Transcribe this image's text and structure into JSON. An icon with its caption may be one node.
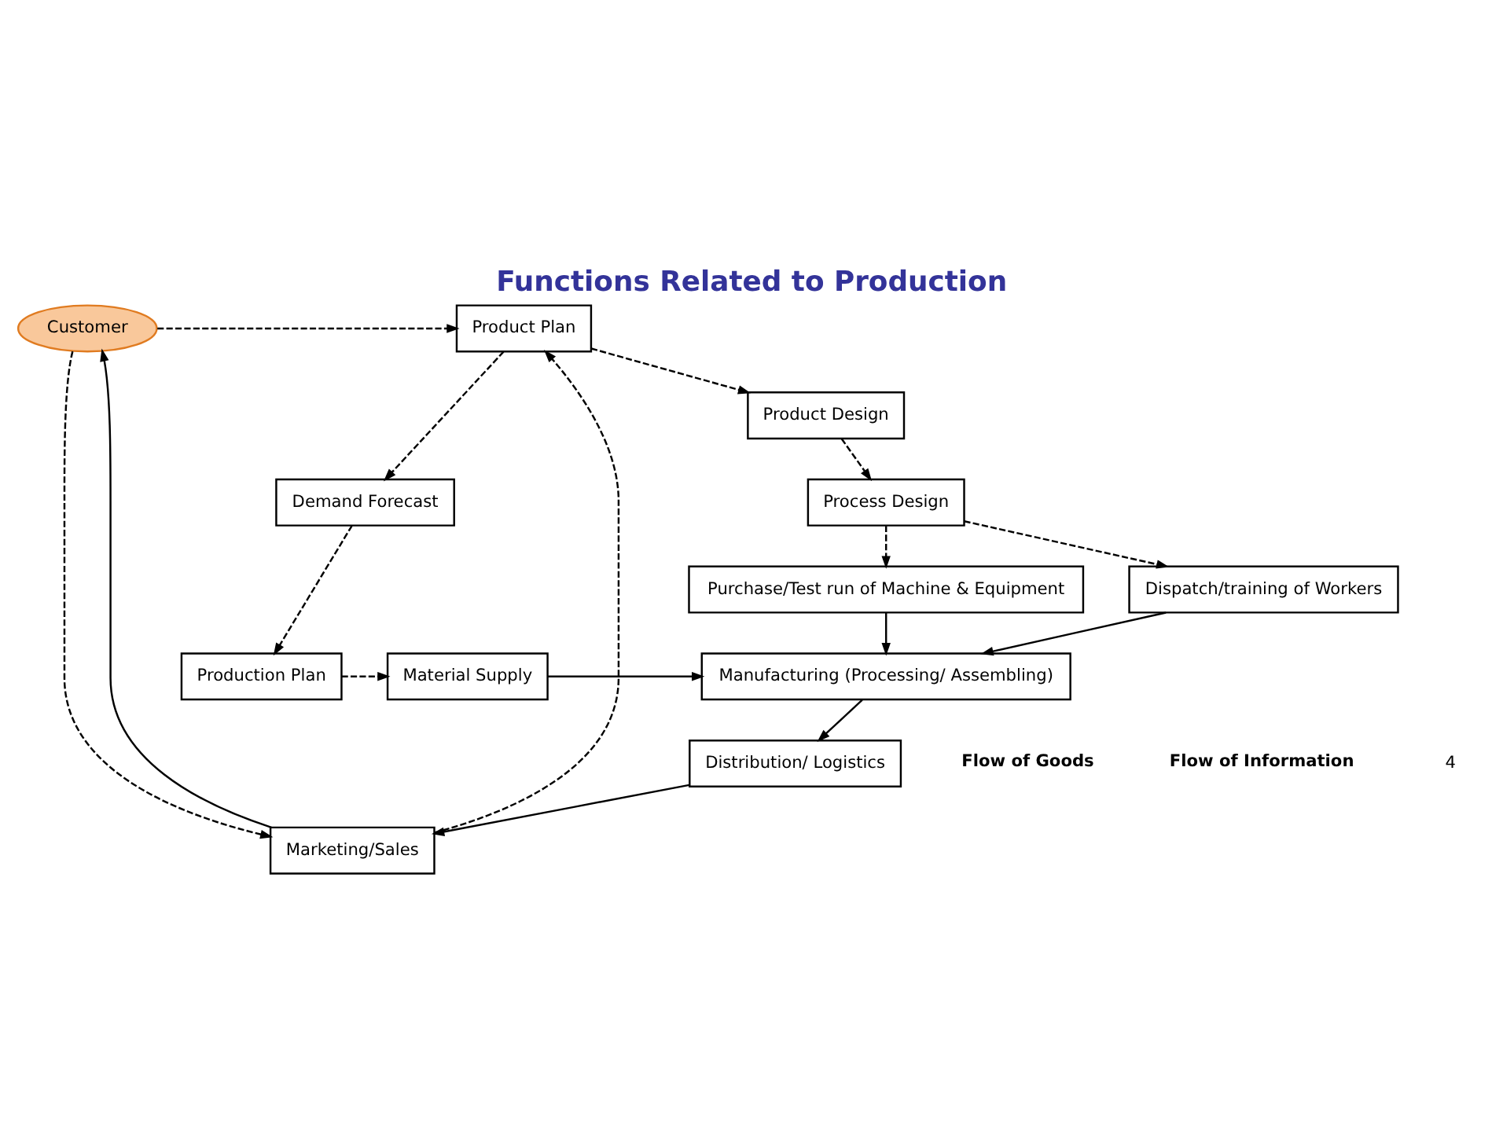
{
  "diagram": {
    "title": "Functions Related to Production",
    "nodes": [
      {
        "text": [
          "Product Plan"
        ]
      },
      {
        "text": [
          "Customer"
        ]
      },
      {
        "text": [
          "Product Design"
        ]
      },
      {
        "text": [
          "Process Design"
        ]
      },
      {
        "text": [
          "Marketing/Sales"
        ]
      },
      {
        "text": [
          "Dispatch/training of Workers"
        ]
      },
      {
        "text": [
          "Demand Forecast"
        ]
      },
      {
        "text": [
          "Purchase/Test run of Machine & Equipment"
        ]
      },
      {
        "text": [
          "Distribution/ Logistics"
        ]
      },
      {
        "text": [
          "Manufacturing (Processing/ Assembling)"
        ]
      },
      {
        "text": [
          "Production Plan"
        ]
      },
      {
        "text": [
          "Material Supply"
        ]
      }
    ],
    "edges": [
      {
        "from": 1,
        "to": 0,
        "arrow": "to",
        "style": "dashed"
      },
      {
        "from": 4,
        "to": 0,
        "arrow": "to",
        "style": "dashed"
      },
      {
        "from": 0,
        "to": 2,
        "arrow": "to",
        "style": "dashed"
      },
      {
        "from": 0,
        "to": 6,
        "arrow": "to",
        "style": "dashed"
      },
      {
        "from": 2,
        "to": 3,
        "arrow": "to",
        "style": "dashed"
      },
      {
        "from": 3,
        "to": 5,
        "arrow": "to",
        "style": "dashed"
      },
      {
        "from": 3,
        "to": 7,
        "arrow": "to",
        "style": "dashed"
      },
      {
        "from": 1,
        "to": 4,
        "arrow": "to",
        "style": "dashed"
      },
      {
        "from": 4,
        "to": 1,
        "arrow": "to"
      },
      {
        "from": 5,
        "to": 9,
        "arrow": "to"
      },
      {
        "from": 7,
        "to": 9,
        "arrow": "to"
      },
      {
        "from": 6,
        "to": 10,
        "arrow": "to",
        "style": "dashed"
      },
      {
        "from": 10,
        "to": 11,
        "arrow": "to",
        "style": "dashed"
      },
      {
        "from": 11,
        "to": 9,
        "arrow": "to"
      },
      {
        "from": 9,
        "to": 8,
        "arrow": "to"
      },
      {
        "from": 8,
        "to": 4,
        "arrow": "to"
      }
    ],
    "labels": [
      "4"
    ],
    "legend": [
      {
        "text": "Flow of Goods"
      },
      {
        "text": "Flow of Information"
      }
    ]
  }
}
